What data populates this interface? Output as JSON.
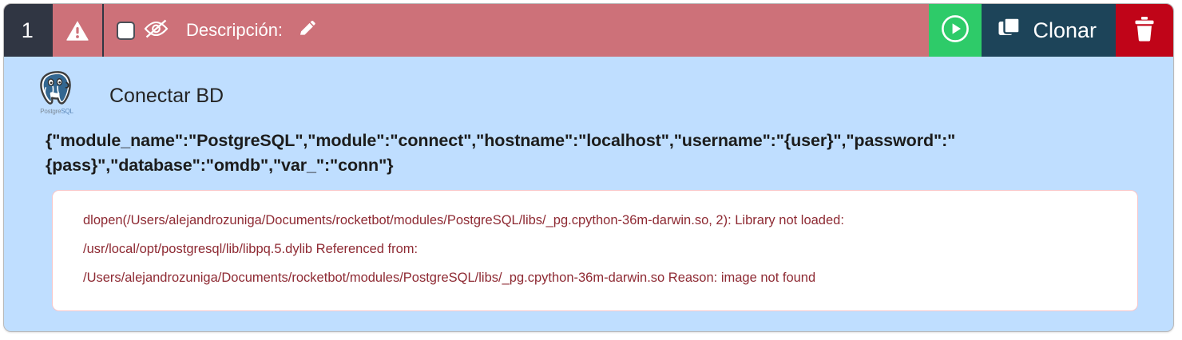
{
  "card": {
    "background_color": "#bfdeff",
    "header_color": "#cd7179"
  },
  "header": {
    "step_number": "1",
    "status_icon": "warning-triangle-icon",
    "checkbox_icon": "checkbox-unchecked-icon",
    "visibility_icon": "eye-slash-icon",
    "description_label": "Descripción:",
    "edit_icon": "pencil-icon",
    "play_label": "play-icon",
    "clone_label": "Clonar",
    "clone_icon": "copy-icon",
    "delete_icon": "trash-icon",
    "play_color": "#2ecb69",
    "clone_color": "#1d4459",
    "delete_color": "#c00418",
    "step_number_color": "#303643"
  },
  "node": {
    "logo_icon": "postgresql-elephant-icon",
    "logo_caption_prefix": "Postgre",
    "logo_caption_suffix": "SQL",
    "title": "Conectar BD",
    "params": "{\"module_name\":\"PostgreSQL\",\"module\":\"connect\",\"hostname\":\"localhost\",\"username\":\"{user}\",\"password\":\"{pass}\",\"database\":\"omdb\",\"var_\":\"conn\"}"
  },
  "error": {
    "text_color": "#8e2a33",
    "lines": [
      "dlopen(/Users/alejandrozuniga/Documents/rocketbot/modules/PostgreSQL/libs/_pg.cpython-36m-darwin.so, 2): Library not loaded:",
      "/usr/local/opt/postgresql/lib/libpq.5.dylib Referenced from:",
      "/Users/alejandrozuniga/Documents/rocketbot/modules/PostgreSQL/libs/_pg.cpython-36m-darwin.so Reason: image not found"
    ]
  }
}
